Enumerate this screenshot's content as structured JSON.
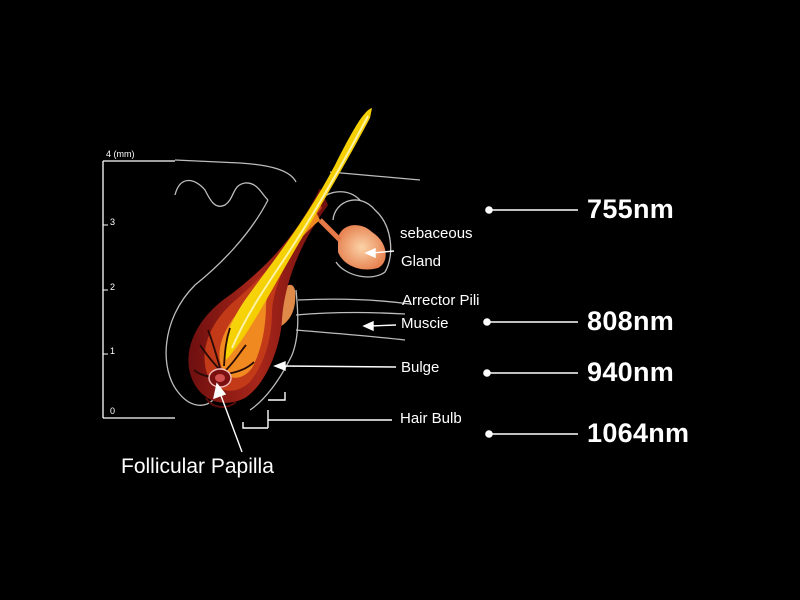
{
  "scale": {
    "unit_label": "4 (mm)",
    "ticks": [
      "3",
      "2",
      "1",
      "0"
    ]
  },
  "labels": {
    "sebaceous": "sebaceous",
    "gland": "Gland",
    "arrector_pili": "Arrector Pili",
    "muscle": "Muscie",
    "bulge": "Bulge",
    "hair_bulb": "Hair Bulb",
    "follicular_papilla": "Follicular Papilla"
  },
  "wavelengths": [
    "755nm",
    "808nm",
    "940nm",
    "1064nm"
  ],
  "colors": {
    "background": "#000000",
    "text": "#ffffff",
    "hair_shaft": "#f5d800",
    "follicle_outer": "#8a1a1a",
    "gland": "#f2a070",
    "skin_outline": "#bdbdbd"
  }
}
